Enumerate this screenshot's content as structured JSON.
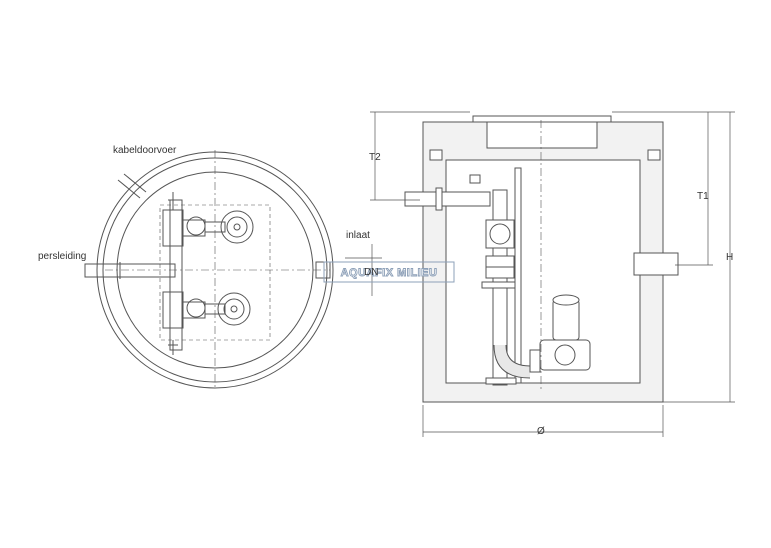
{
  "labels": {
    "cable_entry": "kabeldoorvoer",
    "discharge": "persleiding",
    "inlet": "inlaat",
    "dn": "DN"
  },
  "dimensions": {
    "t1": "T1",
    "t2": "T2",
    "h": "H",
    "diameter": "Ø"
  },
  "watermark": "AQUAFIX MILIEU",
  "colors": {
    "line": "#555555",
    "concrete": "#f2f2f2",
    "watermark_border": "#8da0b8"
  }
}
